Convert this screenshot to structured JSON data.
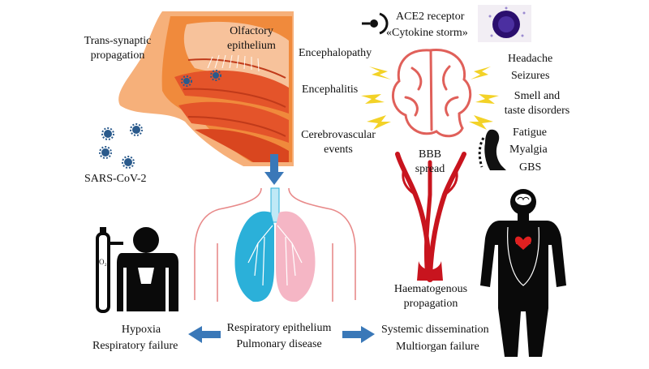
{
  "labels": {
    "trans_synaptic_1": "Trans-synaptic",
    "trans_synaptic_2": "propagation",
    "olfactory_1": "Olfactory",
    "olfactory_2": "epithelium",
    "sars": "SARS-CoV-2",
    "encephalopathy": "Encephalopathy",
    "encephalitis": "Encephalitis",
    "cerebrovascular_1": "Cerebrovascular",
    "cerebrovascular_2": "events",
    "ace2": "ACE2 receptor",
    "cytokine": "«Cytokine storm»",
    "headache": "Headache",
    "seizures": "Seizures",
    "smell_1": "Smell and",
    "smell_2": "taste disorders",
    "fatigue": "Fatigue",
    "myalgia": "Myalgia",
    "gbs": "GBS",
    "bbb_1": "BBB",
    "bbb_2": "spread",
    "haem_1": "Haematogenous",
    "haem_2": "propagation",
    "hypoxia": "Hypoxia",
    "resp_failure": "Respiratory failure",
    "resp_epi": "Respiratory epithelium",
    "pulm": "Pulmonary disease",
    "systemic": "Systemic dissemination",
    "multiorgan": "Multiorgan failure",
    "o2": "O₂"
  },
  "colors": {
    "nasal_tissue": "#f08a3c",
    "nasal_inner": "#e4542a",
    "virus": "#2a5a8c",
    "arrow_blue": "#3a78b8",
    "brain_outline": "#e0605a",
    "lightning": "#f3d227",
    "lung_left": "#2bb0d9",
    "lung_right": "#f5b6c5",
    "vessel": "#c8141e",
    "body_outline": "#e88a8a",
    "cytokine_cell": "#2b0f6e"
  }
}
